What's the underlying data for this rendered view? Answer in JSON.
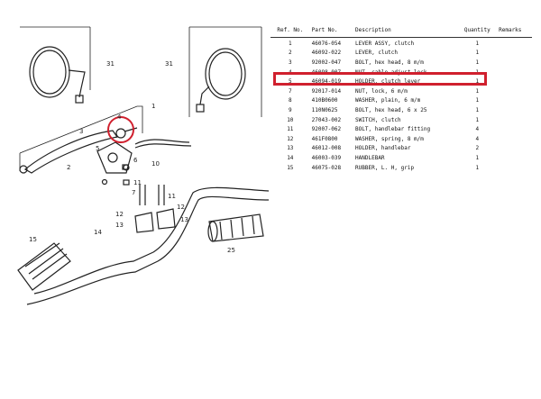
{
  "diagram": {
    "callouts": [
      "31",
      "31",
      "1",
      "4",
      "3",
      "2",
      "5",
      "6",
      "10",
      "7",
      "11",
      "11",
      "12",
      "12",
      "13",
      "13",
      "14",
      "15",
      "25"
    ]
  },
  "table": {
    "headers": [
      "Ref. No.",
      "Part No.",
      "Description",
      "Quantity",
      "Remarks"
    ],
    "rows": [
      [
        "1",
        "46076-054",
        "LEVER ASSY, clutch",
        "1",
        ""
      ],
      [
        "2",
        "46092-022",
        "LEVER, clutch",
        "1",
        ""
      ],
      [
        "3",
        "92002-047",
        "BOLT, hex head, 8 m/m",
        "1",
        ""
      ],
      [
        "4",
        "46098-007",
        "NUT, cable adjust lock",
        "1",
        ""
      ],
      [
        "5",
        "46094-019",
        "HOLDER, clutch lever",
        "1",
        ""
      ],
      [
        "7",
        "92017-014",
        "NUT, lock, 6 m/m",
        "1",
        ""
      ],
      [
        "8",
        "410B0600",
        "WASHER, plain, 6 m/m",
        "1",
        ""
      ],
      [
        "9",
        "110N0625",
        "BOLT, hex head, 6 x 25",
        "1",
        ""
      ],
      [
        "10",
        "27043-002",
        "SWITCH, clutch",
        "1",
        ""
      ],
      [
        "11",
        "92007-062",
        "BOLT, handlebar fitting",
        "4",
        ""
      ],
      [
        "12",
        "461F0800",
        "WASHER, spring, 8 m/m",
        "4",
        ""
      ],
      [
        "13",
        "46012-008",
        "HOLDER, handlebar",
        "2",
        ""
      ],
      [
        "14",
        "46003-039",
        "HANDLEBAR",
        "1",
        ""
      ],
      [
        "15",
        "46075-028",
        "RUBBER, L. H, grip",
        "1",
        ""
      ]
    ]
  },
  "highlight_color": "#d0202e"
}
